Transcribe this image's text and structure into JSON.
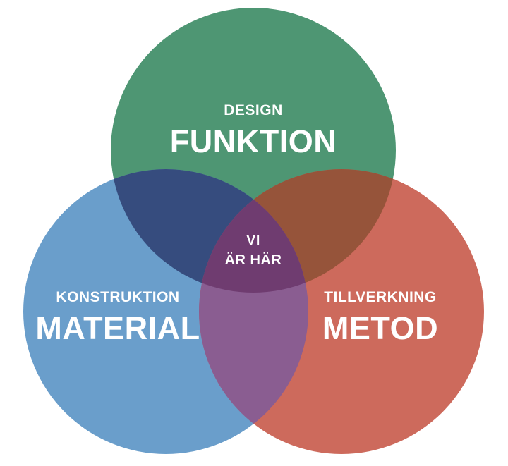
{
  "diagram": {
    "type": "venn",
    "circles": [
      {
        "id": "top",
        "subtitle": "DESIGN",
        "title": "FUNKTION",
        "color": "#4E9673"
      },
      {
        "id": "left",
        "subtitle": "KONSTRUKTION",
        "title": "MATERIAL",
        "color": "#6A9ECB"
      },
      {
        "id": "right",
        "subtitle": "TILLVERKNING",
        "title": "METOD",
        "color": "#CD6A5C"
      }
    ],
    "overlaps": {
      "top_left": "#364C7E",
      "top_right": "#96543A",
      "left_right": "#8A5D91",
      "all": "#6F3C70"
    },
    "center_label": {
      "line1": "VI",
      "line2": "ÄR HÄR"
    }
  }
}
